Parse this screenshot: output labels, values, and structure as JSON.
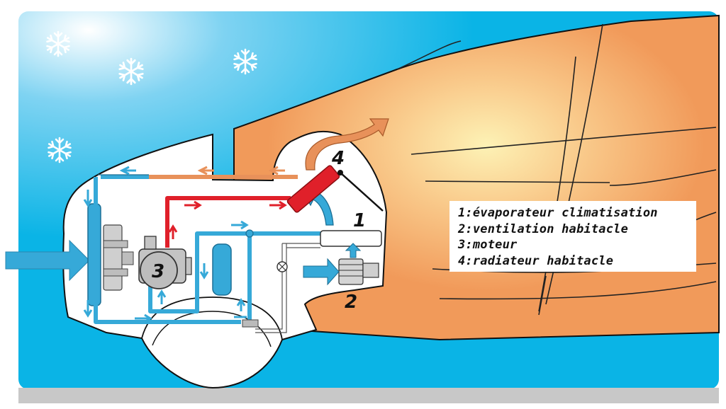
{
  "labels": {
    "n1": "1",
    "n2": "2",
    "n3": "3",
    "n4": "4"
  },
  "legend": [
    "1:évaporateur climatisation",
    "2:ventilation habitacle",
    "3:moteur",
    "4:radiateur habitacle"
  ],
  "colors": {
    "sky": "#0ab4e6",
    "body": "#f19a5a",
    "warm_glow": "#fbe79a",
    "hot_line": "#e0202a",
    "cold_line": "#36a9d8",
    "warm_arrow": "#e8915a",
    "ground": "#c8c8c8"
  },
  "icons": [
    "snowflake-icon",
    "snowflake-icon",
    "snowflake-icon",
    "snowflake-icon"
  ]
}
